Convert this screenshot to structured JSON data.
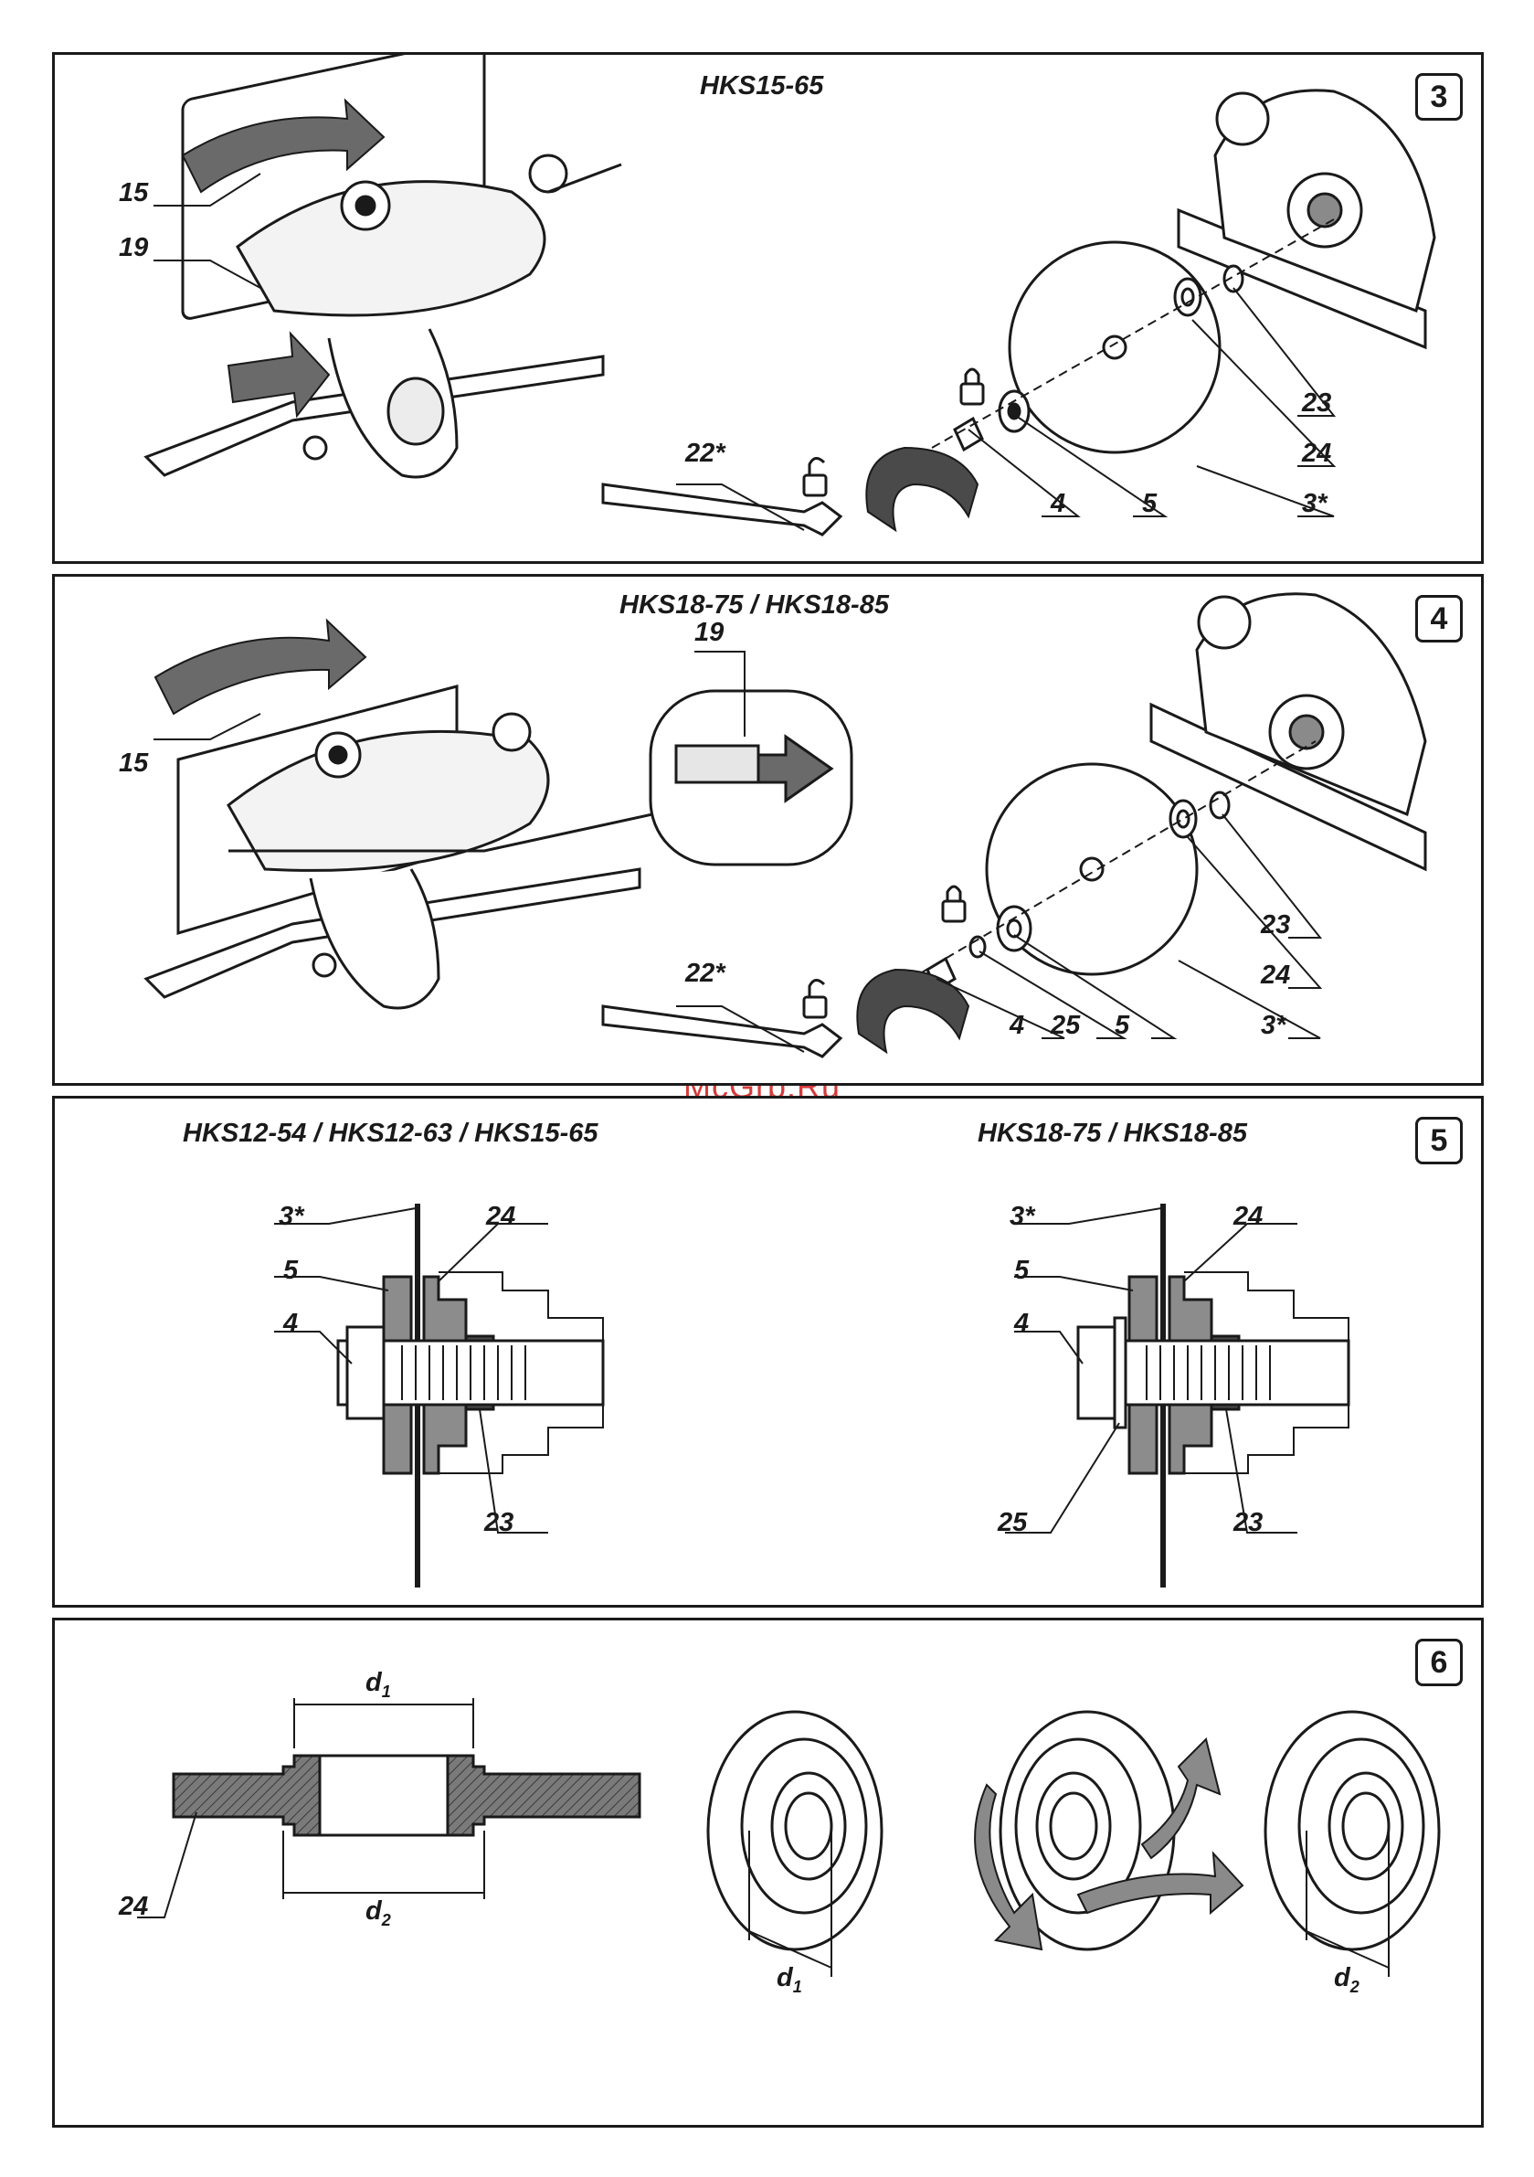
{
  "watermark": "McGrp.Ru",
  "panels": {
    "p3": {
      "number": "3",
      "title": "HKS15-65",
      "labels": {
        "l15": "15",
        "l19": "19",
        "l22": "22*",
        "l4": "4",
        "l5": "5",
        "l3": "3*",
        "l24": "24",
        "l23": "23"
      }
    },
    "p4": {
      "number": "4",
      "title": "HKS18-75 / HKS18-85",
      "labels": {
        "l15": "15",
        "l19": "19",
        "l22": "22*",
        "l4": "4",
        "l25": "25",
        "l5": "5",
        "l3": "3*",
        "l24": "24",
        "l23": "23"
      }
    },
    "p5": {
      "number": "5",
      "left_title": "HKS12-54 / HKS12-63 / HKS15-65",
      "right_title": "HKS18-75 / HKS18-85",
      "left_labels": {
        "l3": "3*",
        "l24": "24",
        "l5": "5",
        "l4": "4",
        "l23": "23"
      },
      "right_labels": {
        "l3": "3*",
        "l24": "24",
        "l5": "5",
        "l4": "4",
        "l25": "25",
        "l23": "23"
      }
    },
    "p6": {
      "number": "6",
      "labels": {
        "d1_main": "d",
        "d1_sub": "1",
        "d2_main": "d",
        "d2_sub": "2",
        "l24": "24"
      }
    }
  },
  "icons": [
    "padlock-open-icon",
    "padlock-closed-icon",
    "rotation-arrow-icon"
  ]
}
